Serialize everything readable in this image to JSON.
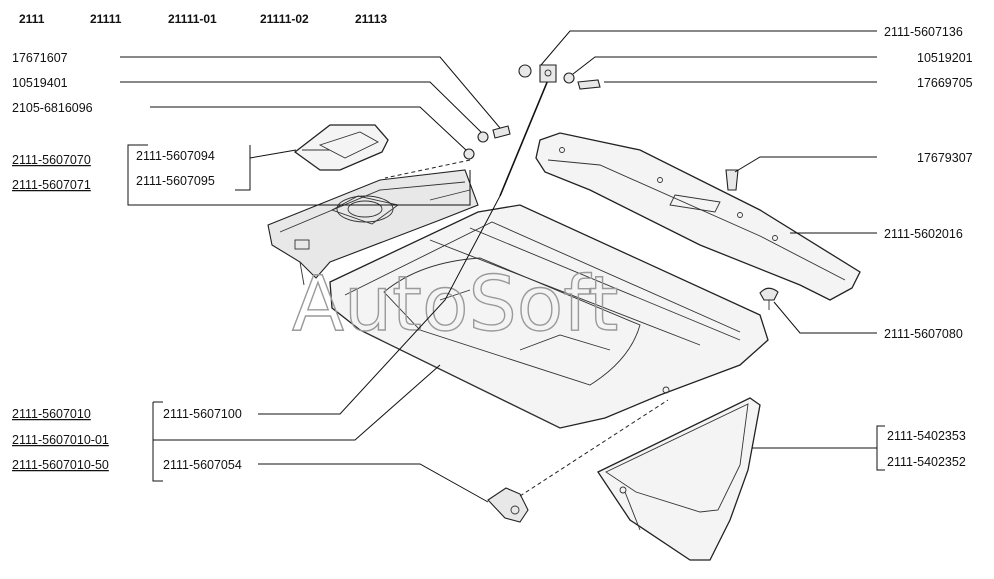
{
  "models": [
    "2111",
    "21111",
    "21111-01",
    "21111-02",
    "21113"
  ],
  "watermark": "AutoSoft",
  "labels_left_top": {
    "l1": "17671607",
    "l2": "10519401",
    "l3": "2105-6816096",
    "l4": "2111-5607070",
    "l5": "2111-5607071",
    "b1": "2111-5607094",
    "b2": "2111-5607095"
  },
  "labels_right": {
    "r1": "2111-5607136",
    "r2": "10519201",
    "r3": "17669705",
    "r4": "17679307",
    "r5": "2111-5602016",
    "r6": "2111-5607080",
    "r7": "2111-5402353",
    "r8": "2111-5402352"
  },
  "labels_left_bottom": {
    "p1": "2111-5607010",
    "p2": "2111-5607010-01",
    "p3": "2111-5607010-50",
    "c1": "2111-5607100",
    "c2": "2111-5607054"
  }
}
